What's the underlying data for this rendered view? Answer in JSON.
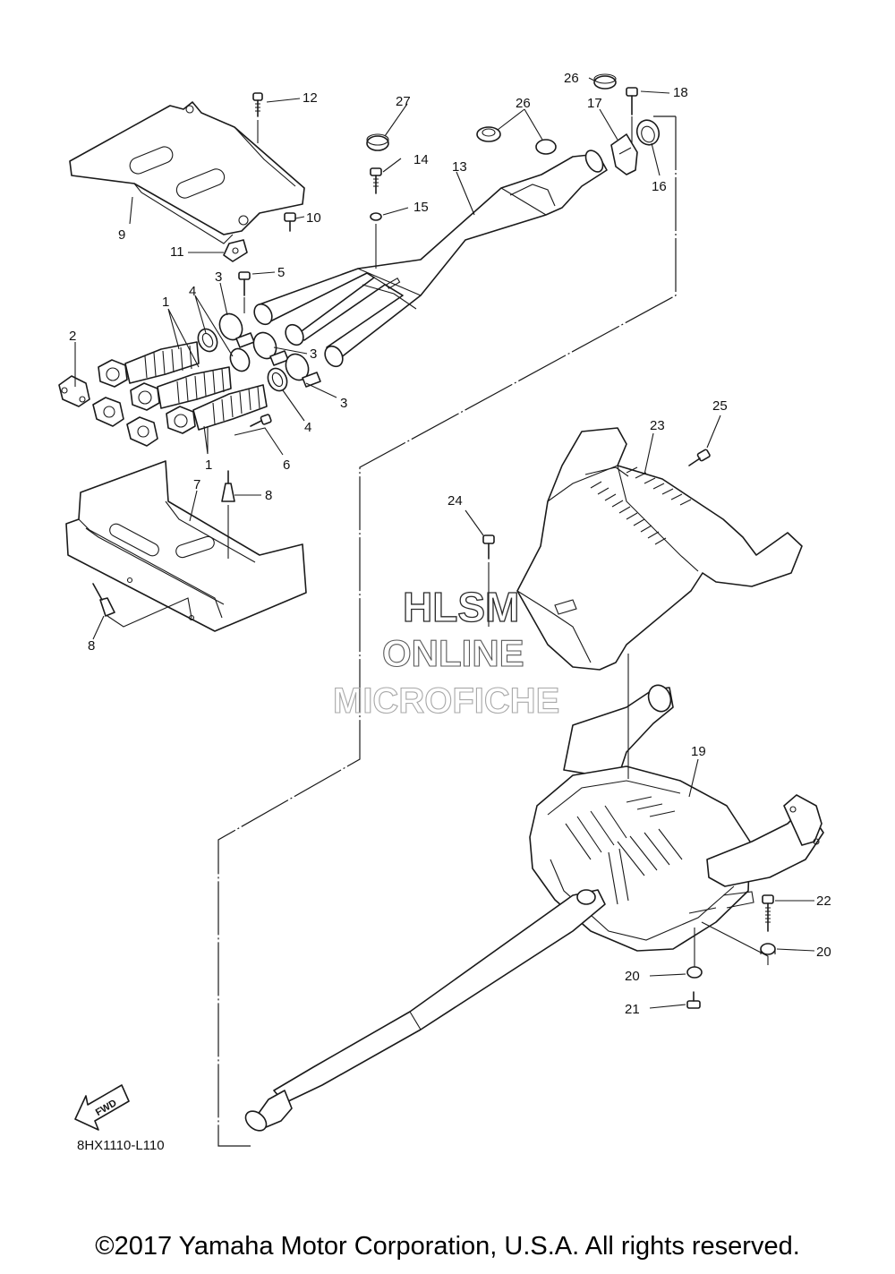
{
  "diagram": {
    "code": "8HX1110-L110",
    "fwd_label": "FWD",
    "copyright": "©2017 Yamaha Motor Corporation, U.S.A. All rights reserved."
  },
  "watermark": {
    "line1": "HLSM",
    "line2": "ONLINE",
    "line3": "MICROFICHE"
  },
  "callouts": [
    {
      "id": "c1a",
      "label": "1"
    },
    {
      "id": "c1b",
      "label": "1"
    },
    {
      "id": "c2",
      "label": "2"
    },
    {
      "id": "c3a",
      "label": "3"
    },
    {
      "id": "c3b",
      "label": "3"
    },
    {
      "id": "c3c",
      "label": "3"
    },
    {
      "id": "c4a",
      "label": "4"
    },
    {
      "id": "c4b",
      "label": "4"
    },
    {
      "id": "c5",
      "label": "5"
    },
    {
      "id": "c6",
      "label": "6"
    },
    {
      "id": "c7",
      "label": "7"
    },
    {
      "id": "c8a",
      "label": "8"
    },
    {
      "id": "c8b",
      "label": "8"
    },
    {
      "id": "c9",
      "label": "9"
    },
    {
      "id": "c10",
      "label": "10"
    },
    {
      "id": "c11",
      "label": "11"
    },
    {
      "id": "c12",
      "label": "12"
    },
    {
      "id": "c13",
      "label": "13"
    },
    {
      "id": "c14",
      "label": "14"
    },
    {
      "id": "c15",
      "label": "15"
    },
    {
      "id": "c16",
      "label": "16"
    },
    {
      "id": "c17",
      "label": "17"
    },
    {
      "id": "c18",
      "label": "18"
    },
    {
      "id": "c19",
      "label": "19"
    },
    {
      "id": "c20a",
      "label": "20"
    },
    {
      "id": "c20b",
      "label": "20"
    },
    {
      "id": "c21",
      "label": "21"
    },
    {
      "id": "c22",
      "label": "22"
    },
    {
      "id": "c23",
      "label": "23"
    },
    {
      "id": "c24",
      "label": "24"
    },
    {
      "id": "c25",
      "label": "25"
    },
    {
      "id": "c26a",
      "label": "26"
    },
    {
      "id": "c26b",
      "label": "26"
    },
    {
      "id": "c27",
      "label": "27"
    }
  ]
}
